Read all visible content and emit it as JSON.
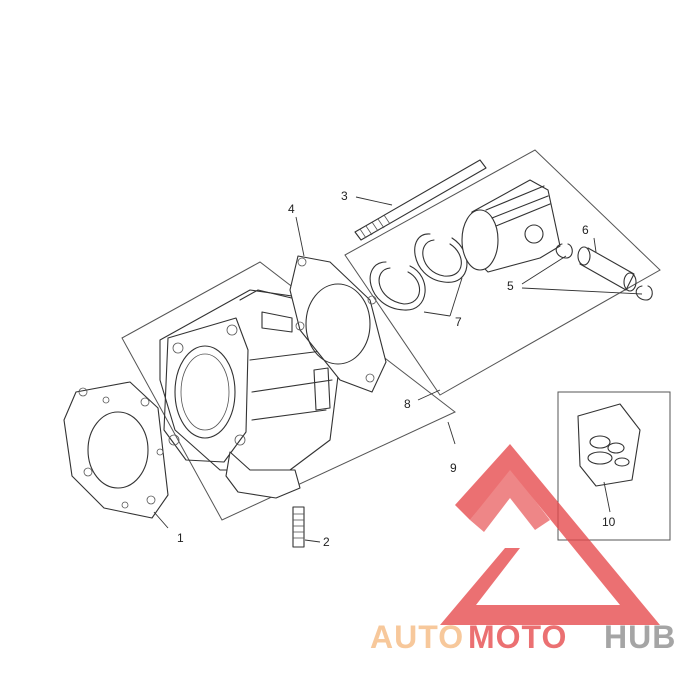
{
  "diagram": {
    "callouts": [
      "1",
      "2",
      "3",
      "4",
      "5",
      "6",
      "7",
      "8",
      "9",
      "10"
    ]
  },
  "watermark": {
    "part1": "AUTO",
    "part2": "MOTO",
    "part3": "HUB",
    "color_orange": "#f6b980",
    "color_red": "#e6494b",
    "color_grey": "#8c8c8c"
  }
}
